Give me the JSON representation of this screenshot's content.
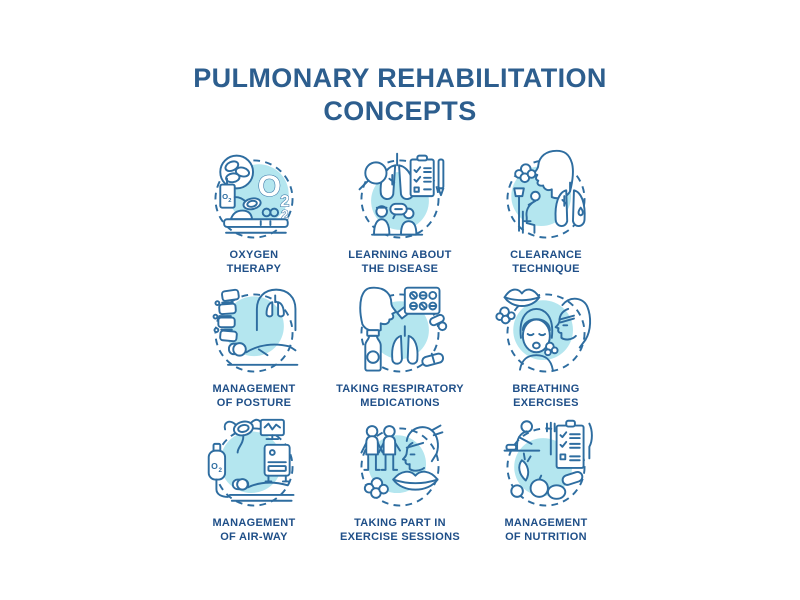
{
  "title": {
    "line1": "PULMONARY REHABILITATION",
    "line2": "CONCEPTS"
  },
  "colors": {
    "background": "#ffffff",
    "stroke": "#2e6da0",
    "blob": "#b4e6ef",
    "title": "#2d5e8e",
    "label": "#1f4f88"
  },
  "icon_text": {
    "o": "O",
    "sub2": "2"
  },
  "concepts": [
    {
      "id": "oxygen-therapy",
      "lines": [
        "OXYGEN",
        "THERAPY"
      ]
    },
    {
      "id": "learning-about-the-disease",
      "lines": [
        "LEARNING ABOUT",
        "THE DISEASE"
      ]
    },
    {
      "id": "clearance-technique",
      "lines": [
        "CLEARANCE",
        "TECHNIQUE"
      ]
    },
    {
      "id": "management-of-posture",
      "lines": [
        "MANAGEMENT",
        "OF POSTURE"
      ]
    },
    {
      "id": "taking-respiratory-medications",
      "lines": [
        "TAKING RESPIRATORY",
        "MEDICATIONS"
      ]
    },
    {
      "id": "breathing-exercises",
      "lines": [
        "BREATHING",
        "EXERCISES"
      ]
    },
    {
      "id": "management-of-air-way",
      "lines": [
        "MANAGEMENT",
        "OF AIR-WAY"
      ]
    },
    {
      "id": "taking-part-in-exercise-sessions",
      "lines": [
        "TAKING PART IN",
        "EXERCISE SESSIONS"
      ]
    },
    {
      "id": "management-of-nutrition",
      "lines": [
        "MANAGEMENT",
        "OF NUTRITION"
      ]
    }
  ]
}
